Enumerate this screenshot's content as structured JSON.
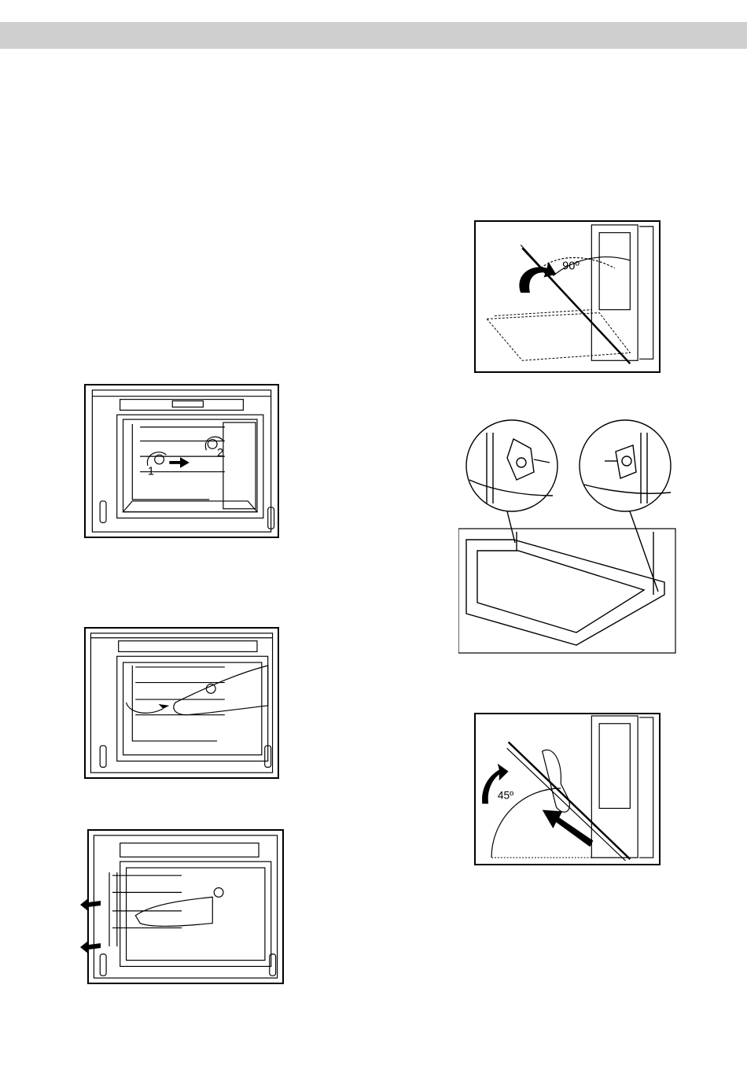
{
  "header": {
    "title": ""
  },
  "figures": {
    "rack_removal_step1": {
      "label_1": "1",
      "label_2": "2"
    },
    "door_open_90": {
      "angle_label": "90º"
    },
    "door_insert_45": {
      "angle_label": "45º"
    }
  }
}
